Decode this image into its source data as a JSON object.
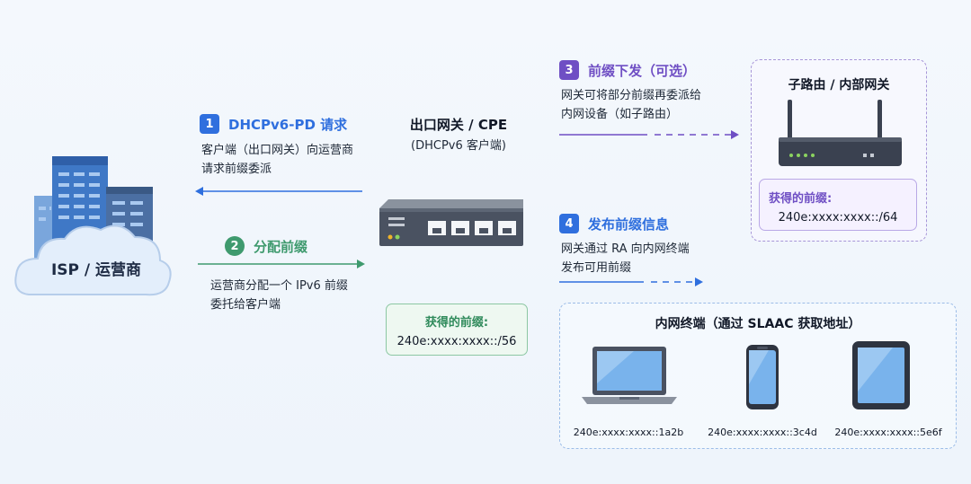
{
  "isp": {
    "label": "ISP / 运营商"
  },
  "cpe": {
    "title": "出口网关 / CPE",
    "subtitle": "(DHCPv6 客户端)"
  },
  "steps": [
    {
      "num": "1",
      "title": "DHCPv6-PD 请求",
      "desc": "客户端（出口网关）向运营商\n请求前缀委派",
      "color": "#2f6fde"
    },
    {
      "num": "2",
      "title": "分配前缀",
      "desc": "运营商分配一个 IPv6 前缀\n委托给客户端",
      "color": "#3f9a6e"
    },
    {
      "num": "3",
      "title": "前缀下发（可选）",
      "desc": "网关可将部分前缀再委派给\n内网设备（如子路由）",
      "color": "#6f4fc4"
    },
    {
      "num": "4",
      "title": "发布前缀信息",
      "desc": "网关通过 RA 向内网终端\n发布可用前缀",
      "color": "#2f6fde"
    }
  ],
  "cpe_prefix": {
    "label": "获得的前缀:",
    "value": "240e:xxxx:xxxx::/56"
  },
  "subrouter": {
    "title": "子路由 / 内部网关",
    "prefix_label": "获得的前缀:",
    "prefix_value": "240e:xxxx:xxxx::/64"
  },
  "lan": {
    "title": "内网终端（通过 SLAAC 获取地址）",
    "devices": [
      {
        "icon": "laptop-icon",
        "ip": "240e:xxxx:xxxx::1a2b"
      },
      {
        "icon": "phone-icon",
        "ip": "240e:xxxx:xxxx::3c4d"
      },
      {
        "icon": "tablet-icon",
        "ip": "240e:xxxx:xxxx::5e6f"
      }
    ]
  },
  "colors": {
    "blue": "#2f6fde",
    "green": "#3f9a6e",
    "purple": "#6f4fc4"
  }
}
